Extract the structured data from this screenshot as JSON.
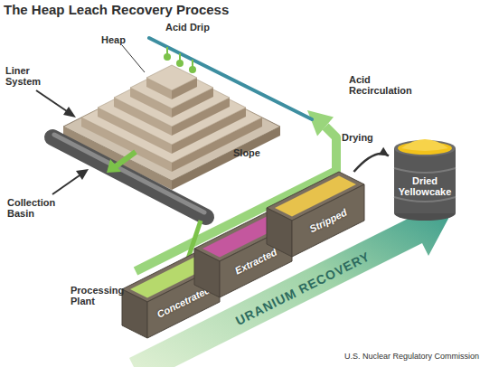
{
  "diagram": {
    "title": "The Heap Leach Recovery Process",
    "nodes": [
      {
        "text": [
          "Concetrated"
        ]
      },
      {
        "text": [
          "Extracted"
        ]
      },
      {
        "text": [
          "Stripped"
        ]
      },
      {
        "text": [
          "Dried Yellowcake"
        ]
      }
    ],
    "edges": [
      {
        "from": 2,
        "to": 3,
        "label": "Drying",
        "arrow": "to"
      }
    ],
    "labels": [
      "Acid Drip",
      "Heap",
      "Liner System",
      "Acid Recirculation",
      "Slope",
      "Collection Basin",
      "Processing Plant",
      "URANIUM RECOVERY",
      "U.S. Nuclear Regulatory Commission"
    ]
  }
}
